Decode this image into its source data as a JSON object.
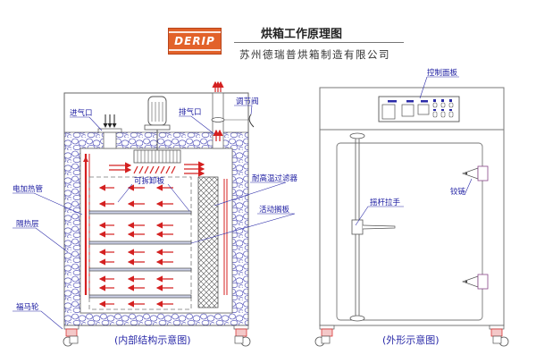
{
  "header": {
    "logo_text": "DERIP",
    "title": "烘箱工作原理图",
    "company": "苏州德瑞普烘箱制造有限公司"
  },
  "colors": {
    "logo": "#e2622a",
    "label": "#1a1aa0",
    "airflow": "#d42020",
    "insulation": "#3a3ab0",
    "line": "#666666"
  },
  "internal_view": {
    "caption": "(内部结构示意图)",
    "labels": {
      "air_inlet": "进气口",
      "exhaust": "排气口",
      "regulating_valve": "调节阀",
      "removable_plate": "可拆卸板",
      "heating_tube": "电加热管",
      "hepa_filter": "耐高温过滤器",
      "insulation": "隔热层",
      "shelf": "活动搁板",
      "caster": "福马轮"
    },
    "shelf_count": 4
  },
  "external_view": {
    "caption": "(外形示意图)",
    "labels": {
      "control_panel": "控制面板",
      "handle": "摇杆拉手",
      "hinge": "铰链"
    }
  }
}
